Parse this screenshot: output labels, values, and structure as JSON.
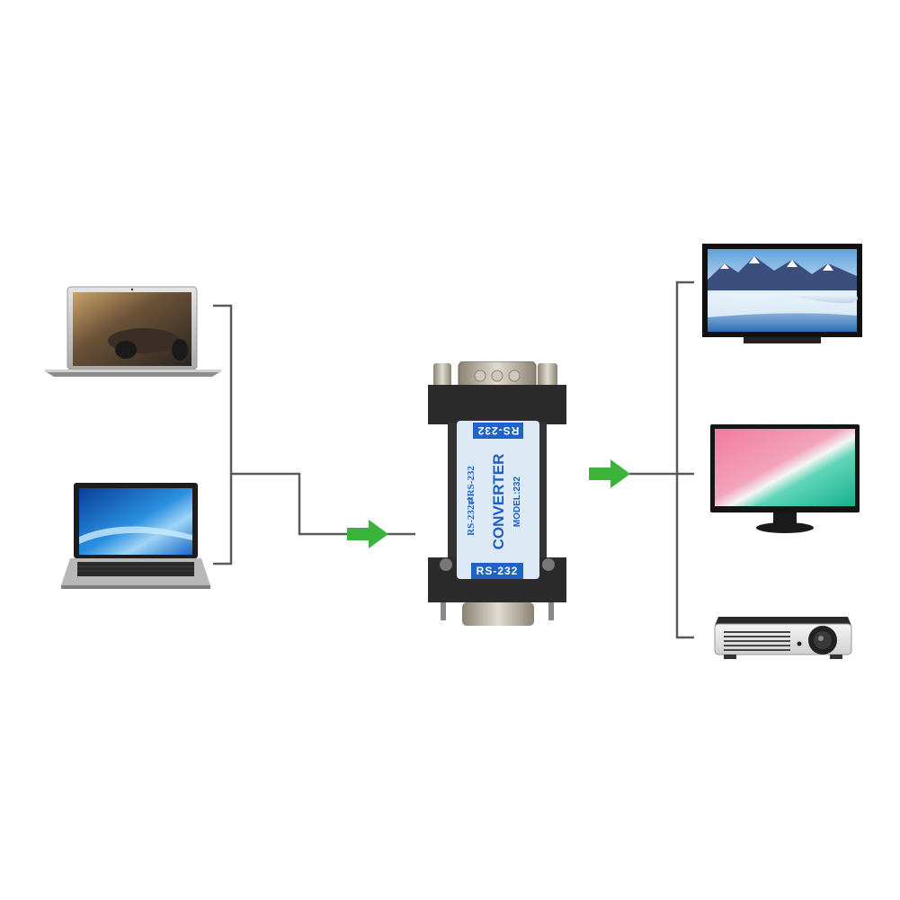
{
  "diagram": {
    "description": "RS-232 to RS-232 converter connection diagram",
    "sources": [
      {
        "id": "laptop-silver",
        "label": "Laptop (silver, car wallpaper)"
      },
      {
        "id": "laptop-black",
        "label": "Laptop (black, blue wave wallpaper)"
      }
    ],
    "device": {
      "label_top": "RS-232",
      "label_bottom": "RS-232",
      "title": "CONVERTER",
      "subtitle": "RS-232⇄RS-232",
      "model": "MODEL:232"
    },
    "targets": [
      {
        "id": "tv",
        "label": "TV (mountain landscape)"
      },
      {
        "id": "monitor",
        "label": "Monitor (pink/green wallpaper)"
      },
      {
        "id": "projector",
        "label": "Projector"
      }
    ],
    "colors": {
      "line": "#5a5a5a",
      "arrow": "#3cb43c",
      "label_blue": "#1f63c6",
      "label_bg": "#dde9f5",
      "housing": "#2b2b2b"
    }
  }
}
